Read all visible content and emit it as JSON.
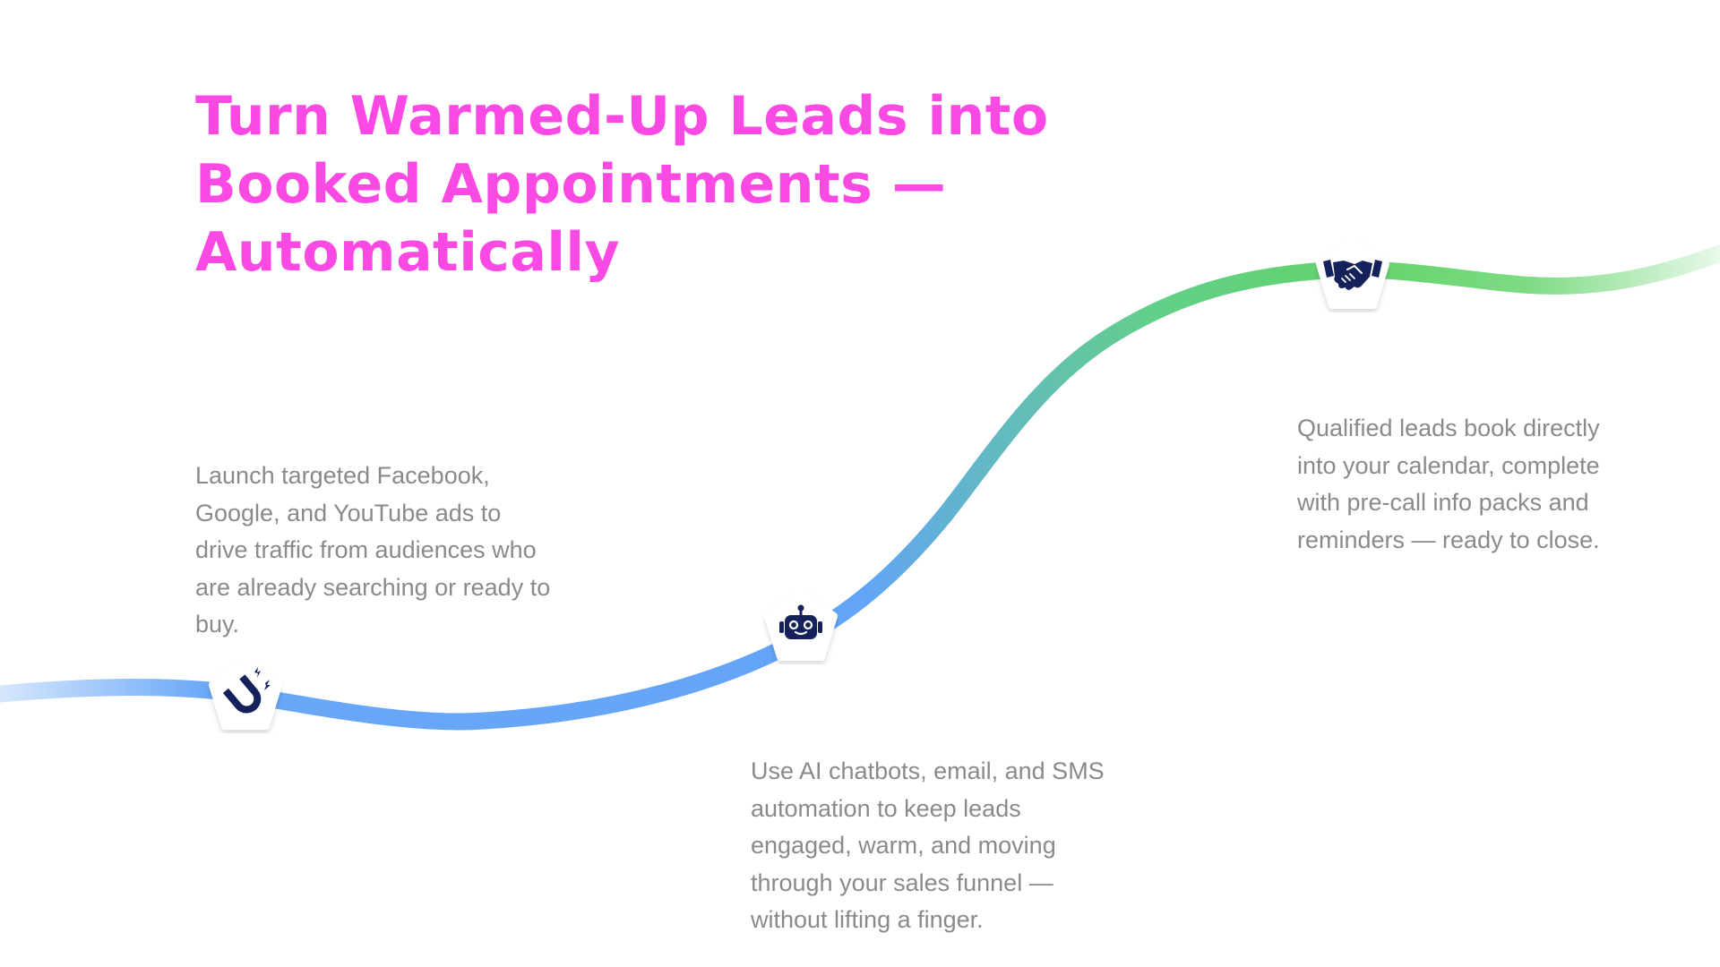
{
  "headline": {
    "lines": [
      "Turn Warmed-Up Leads into",
      "Booked Appointments —",
      "Automatically"
    ]
  },
  "colors": {
    "headline": "#fb49e4",
    "body_text": "#8a8a8a",
    "path_blue": "#64a6f7",
    "path_green": "#62d26a",
    "icon_navy": "#14215a"
  },
  "steps": [
    {
      "icon": "magnet-icon",
      "lines": [
        "Launch targeted Facebook,",
        "Google, and YouTube ads to",
        "drive traffic from audiences who",
        "are already searching or ready to",
        "buy."
      ]
    },
    {
      "icon": "robot-icon",
      "lines": [
        "Use AI chatbots, email, and SMS",
        "automation to keep leads",
        "engaged, warm, and moving",
        "through your sales funnel —",
        "without lifting a finger."
      ]
    },
    {
      "icon": "handshake-icon",
      "lines": [
        "Qualified leads book directly",
        "into your calendar, complete",
        "with pre-call info packs and",
        "reminders — ready to close."
      ]
    }
  ]
}
